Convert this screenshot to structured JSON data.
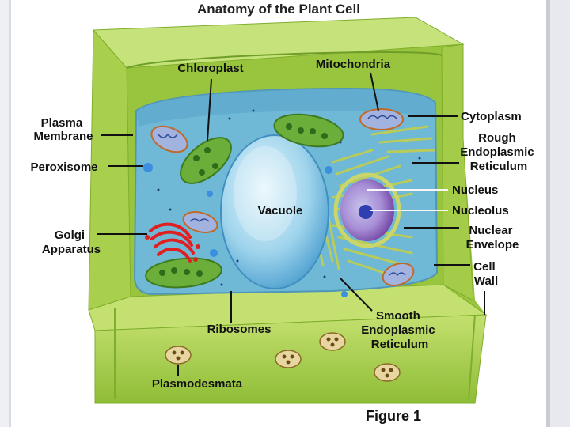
{
  "title": "Anatomy of the Plant Cell",
  "figure_caption": "Figure 1",
  "labels": {
    "chloroplast": "Chloroplast",
    "mitochondria": "Mitochondria",
    "cytoplasm": "Cytoplasm",
    "plasma_membrane": [
      "Plasma",
      "Membrane"
    ],
    "rough_er": [
      "Rough",
      "Endoplasmic",
      "Reticulum"
    ],
    "peroxisome": "Peroxisome",
    "nucleus": "Nucleus",
    "vacuole": "Vacuole",
    "nucleolus": "Nucleolus",
    "golgi": [
      "Golgi",
      "Apparatus"
    ],
    "nuclear_envelope": [
      "Nuclear",
      "Envelope"
    ],
    "cell_wall": [
      "Cell",
      "Wall"
    ],
    "smooth_er": [
      "Smooth",
      "Endoplasmic",
      "Reticulum"
    ],
    "ribosomes": "Ribosomes",
    "plasmodesmata": "Plasmodesmata"
  },
  "colors": {
    "cell_wall": "#a8cf4a",
    "cell_wall_dark": "#7fae2c",
    "cytoplasm": "#6fb8d6",
    "vacuole": "#9fd4ec",
    "nucleus": "#8a4fb3",
    "golgi": "#e02020",
    "chloroplast": "#6cae3a"
  }
}
